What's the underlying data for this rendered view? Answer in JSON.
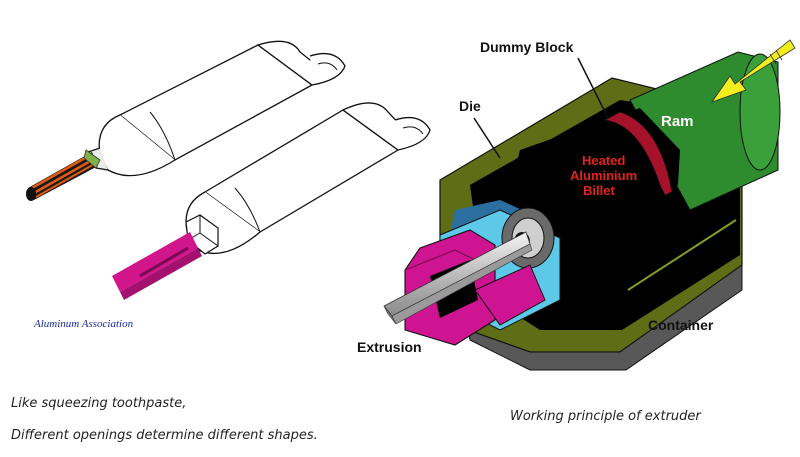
{
  "left_figure": {
    "credit": "Aluminum Association"
  },
  "right_figure": {
    "labels": {
      "dummy_block": "Dummy Block",
      "die": "Die",
      "heated_line1": "Heated",
      "heated_line2": "Aluminium",
      "heated_line3": "Billet",
      "ram": "Ram",
      "container": "Container",
      "extrusion": "Extrusion"
    }
  },
  "captions": {
    "line1": "Like squeezing toothpaste,",
    "line2": "Different openings determine different shapes.",
    "right": "Working principle of extruder"
  },
  "colors": {
    "container_green": "#6b7d1c",
    "ram_green": "#2e8b2e",
    "die_magenta": "#c0138a",
    "die_cyan": "#5ec8e8",
    "billet_red": "#a6122a",
    "arrow_yellow": "#f2ee1e"
  }
}
